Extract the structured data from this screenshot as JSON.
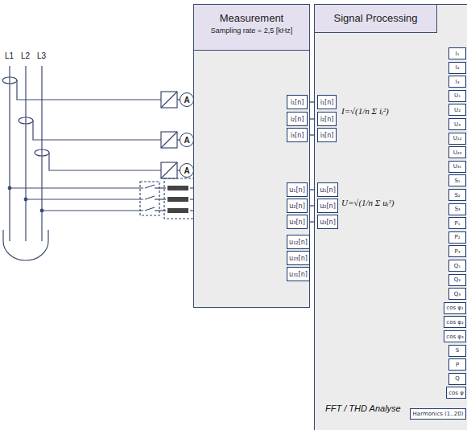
{
  "diagram": {
    "nodes": [
      {
        "text": [
          "Measurement",
          "Sampling rate = 2,5 [kHz]"
        ]
      },
      {
        "text": [
          "A"
        ]
      },
      {
        "text": [
          "A"
        ]
      },
      {
        "text": [
          "A"
        ]
      },
      {
        "text": [
          "i₁[n]"
        ],
        "in": 0
      },
      {
        "text": [
          "i₂[n]"
        ],
        "in": 0
      },
      {
        "text": [
          "i₃[n]"
        ],
        "in": 0
      },
      {
        "text": [
          "u₁[n]"
        ],
        "in": 0
      },
      {
        "text": [
          "u₂[n]"
        ],
        "in": 0
      },
      {
        "text": [
          "u₃[n]"
        ],
        "in": 0
      },
      {
        "text": [
          "u₁₂[n]"
        ],
        "in": 0
      },
      {
        "text": [
          "u₂₃[n]"
        ],
        "in": 0
      },
      {
        "text": [
          "u₃₁[n]"
        ],
        "in": 0
      },
      {
        "text": [
          "Signal Processing"
        ]
      },
      {
        "text": [
          "i₁[n]"
        ],
        "in": 13
      },
      {
        "text": [
          "i₂[n]"
        ],
        "in": 13
      },
      {
        "text": [
          "i₃[n]"
        ],
        "in": 13
      },
      {
        "text": [
          "u₁[n]"
        ],
        "in": 13
      },
      {
        "text": [
          "u₂[n]"
        ],
        "in": 13
      },
      {
        "text": [
          "u₃[n]"
        ],
        "in": 13
      },
      {
        "text": [
          "I₁"
        ],
        "in": 13
      },
      {
        "text": [
          "I₂"
        ],
        "in": 13
      },
      {
        "text": [
          "I₃"
        ],
        "in": 13
      },
      {
        "text": [
          "U₁"
        ],
        "in": 13
      },
      {
        "text": [
          "U₂"
        ],
        "in": 13
      },
      {
        "text": [
          "U₃"
        ],
        "in": 13
      },
      {
        "text": [
          "U₁₂"
        ],
        "in": 13
      },
      {
        "text": [
          "U₂₃"
        ],
        "in": 13
      },
      {
        "text": [
          "U₃₁"
        ],
        "in": 13
      },
      {
        "text": [
          "S₁"
        ],
        "in": 13
      },
      {
        "text": [
          "S₂"
        ],
        "in": 13
      },
      {
        "text": [
          "S₃"
        ],
        "in": 13
      },
      {
        "text": [
          "P₁"
        ],
        "in": 13
      },
      {
        "text": [
          "P₂"
        ],
        "in": 13
      },
      {
        "text": [
          "P₃"
        ],
        "in": 13
      },
      {
        "text": [
          "Q₁"
        ],
        "in": 13
      },
      {
        "text": [
          "Q₂"
        ],
        "in": 13
      },
      {
        "text": [
          "Q₃"
        ],
        "in": 13
      },
      {
        "text": [
          "cos φ₁"
        ],
        "in": 13
      },
      {
        "text": [
          "cos φ₂"
        ],
        "in": 13
      },
      {
        "text": [
          "cos φ₃"
        ],
        "in": 13
      },
      {
        "text": [
          "S"
        ],
        "in": 13
      },
      {
        "text": [
          "P"
        ],
        "in": 13
      },
      {
        "text": [
          "Q"
        ],
        "in": 13
      },
      {
        "text": [
          "cos φ"
        ],
        "in": 13
      },
      {
        "text": [
          "Harmonics (1..20)"
        ],
        "in": 13
      }
    ],
    "edges": [
      {
        "from": 4,
        "to": 14,
        "arrow": "none"
      },
      {
        "from": 5,
        "to": 15,
        "arrow": "none"
      },
      {
        "from": 6,
        "to": 16,
        "arrow": "none"
      },
      {
        "from": 7,
        "to": 17,
        "arrow": "none"
      },
      {
        "from": 8,
        "to": 18,
        "arrow": "none"
      },
      {
        "from": 9,
        "to": 19,
        "arrow": "none"
      }
    ],
    "labels": [
      "L1",
      "L2",
      "L3",
      "I=√(1/n Σ iᵢ²)",
      "U=√(1/n Σ uᵢ²)",
      "FFT / THD Analyse"
    ]
  }
}
